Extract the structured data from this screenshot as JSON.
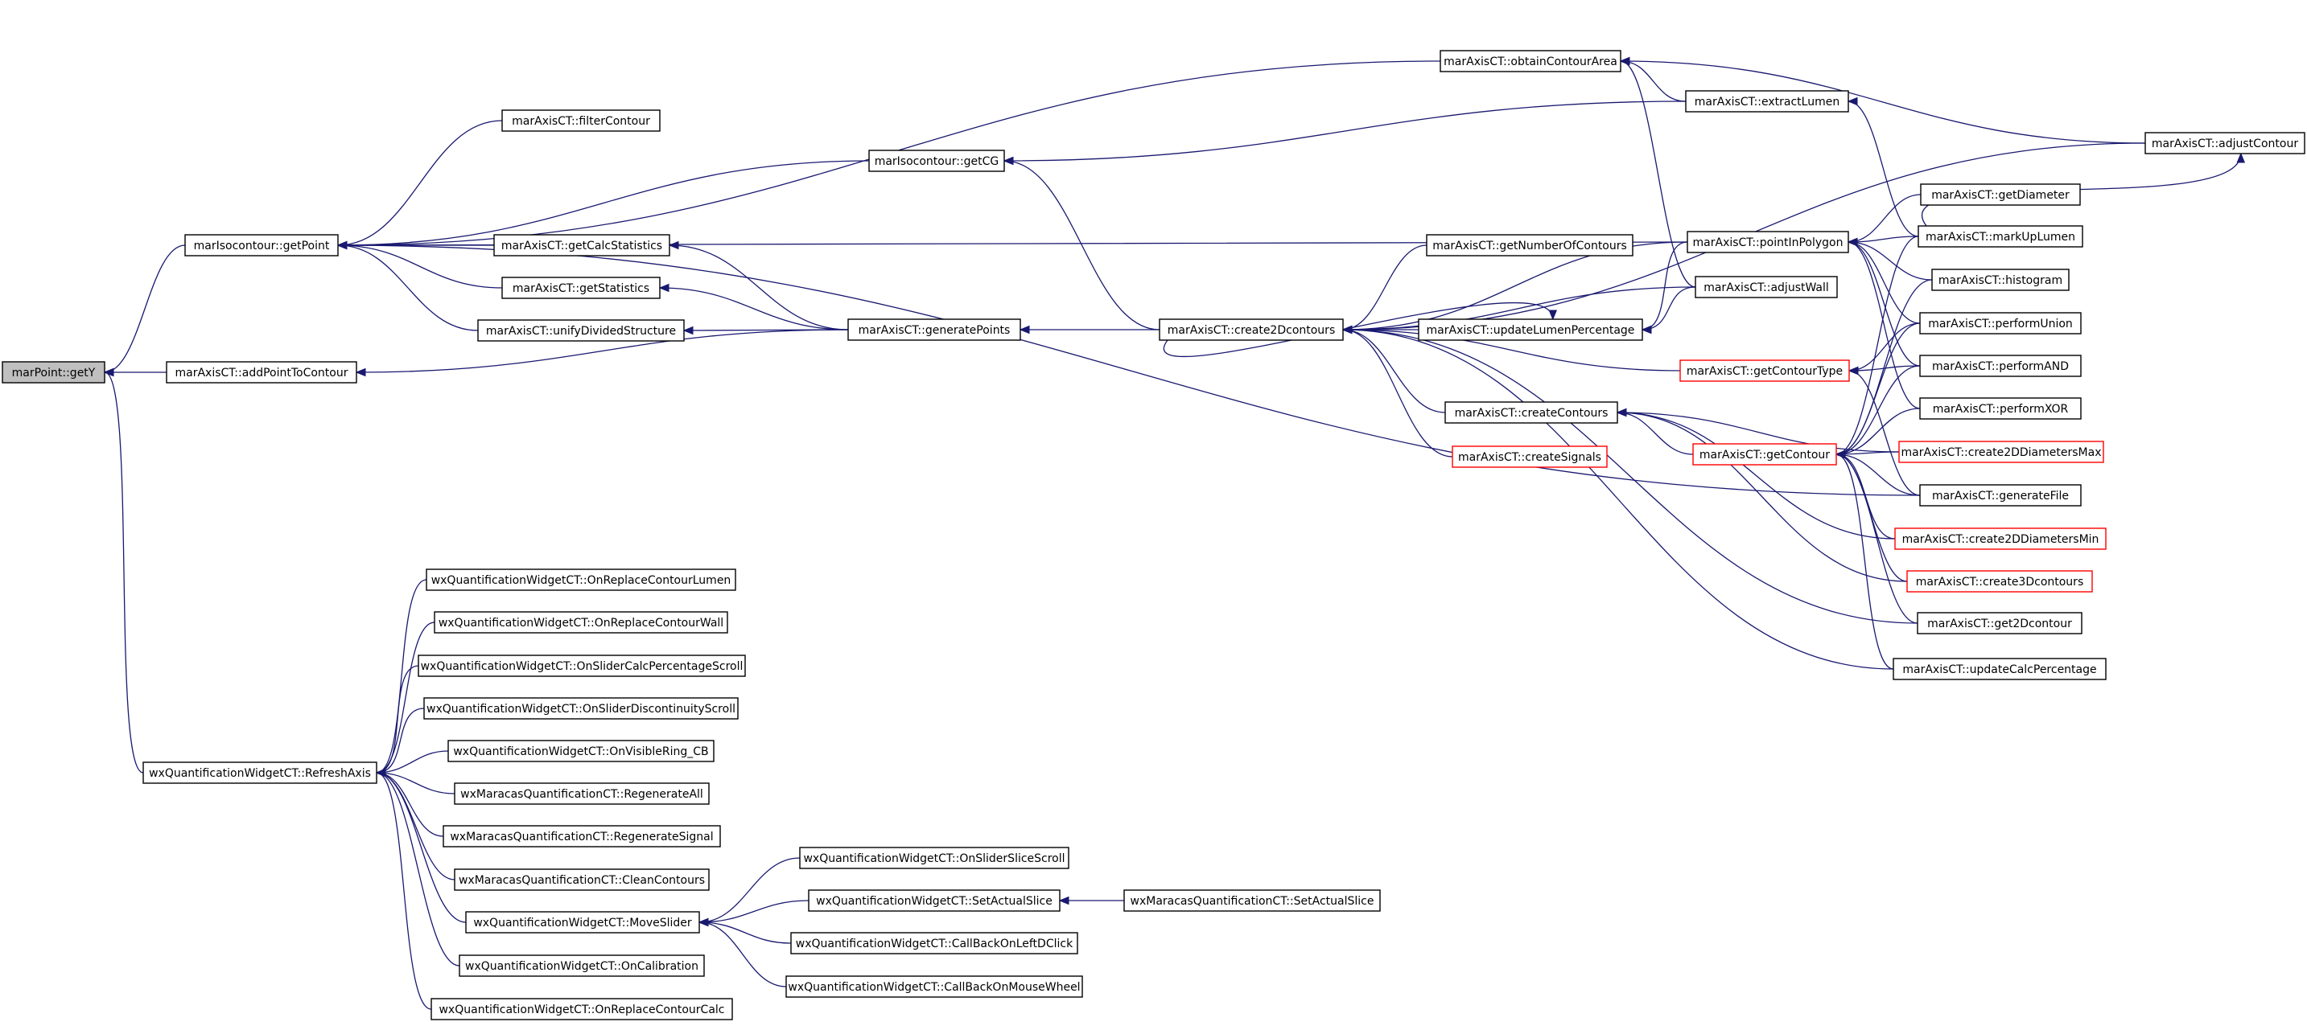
{
  "diagram": {
    "type": "call-graph",
    "colors": {
      "edge": "#191970",
      "node_border": "#000000",
      "node_border_truncated": "#ff0000",
      "root_fill": "#bfbfbf"
    },
    "nodes": [
      {
        "id": "getY",
        "label": "marPoint::getY",
        "root": true
      },
      {
        "id": "getPoint",
        "label": "marIsocontour::getPoint"
      },
      {
        "id": "addPointToContour",
        "label": "marAxisCT::addPointToContour"
      },
      {
        "id": "RefreshAxis",
        "label": "wxQuantificationWidgetCT::RefreshAxis"
      },
      {
        "id": "filterContour",
        "label": "marAxisCT::filterContour"
      },
      {
        "id": "getCalcStatistics",
        "label": "marAxisCT::getCalcStatistics"
      },
      {
        "id": "getStatistics",
        "label": "marAxisCT::getStatistics"
      },
      {
        "id": "unifyDividedStructure",
        "label": "marAxisCT::unifyDividedStructure"
      },
      {
        "id": "getCG",
        "label": "marIsocontour::getCG"
      },
      {
        "id": "generatePoints",
        "label": "marAxisCT::generatePoints"
      },
      {
        "id": "create2Dcontours",
        "label": "marAxisCT::create2Dcontours"
      },
      {
        "id": "obtainContourArea",
        "label": "marAxisCT::obtainContourArea"
      },
      {
        "id": "extractLumen",
        "label": "marAxisCT::extractLumen"
      },
      {
        "id": "adjustContour",
        "label": "marAxisCT::adjustContour"
      },
      {
        "id": "pointInPolygon",
        "label": "marAxisCT::pointInPolygon"
      },
      {
        "id": "getNumberOfContours",
        "label": "marAxisCT::getNumberOfContours"
      },
      {
        "id": "adjustWall",
        "label": "marAxisCT::adjustWall"
      },
      {
        "id": "updateLumenPercentage",
        "label": "marAxisCT::updateLumenPercentage"
      },
      {
        "id": "getContourType",
        "label": "marAxisCT::getContourType",
        "truncated": true
      },
      {
        "id": "createContours",
        "label": "marAxisCT::createContours"
      },
      {
        "id": "createSignals",
        "label": "marAxisCT::createSignals",
        "truncated": true
      },
      {
        "id": "getContour",
        "label": "marAxisCT::getContour",
        "truncated": true
      },
      {
        "id": "getDiameter",
        "label": "marAxisCT::getDiameter"
      },
      {
        "id": "markUpLumen",
        "label": "marAxisCT::markUpLumen"
      },
      {
        "id": "histogram",
        "label": "marAxisCT::histogram"
      },
      {
        "id": "performUnion",
        "label": "marAxisCT::performUnion"
      },
      {
        "id": "performAND",
        "label": "marAxisCT::performAND"
      },
      {
        "id": "performXOR",
        "label": "marAxisCT::performXOR"
      },
      {
        "id": "create2DDiametersMax",
        "label": "marAxisCT::create2DDiametersMax",
        "truncated": true
      },
      {
        "id": "generateFile",
        "label": "marAxisCT::generateFile"
      },
      {
        "id": "create2DDiametersMin",
        "label": "marAxisCT::create2DDiametersMin",
        "truncated": true
      },
      {
        "id": "create3Dcontours",
        "label": "marAxisCT::create3Dcontours",
        "truncated": true
      },
      {
        "id": "get2Dcontour",
        "label": "marAxisCT::get2Dcontour"
      },
      {
        "id": "updateCalcPercentage",
        "label": "marAxisCT::updateCalcPercentage"
      },
      {
        "id": "OnReplaceContourLumen",
        "label": "wxQuantificationWidgetCT::OnReplaceContourLumen"
      },
      {
        "id": "OnReplaceContourWall",
        "label": "wxQuantificationWidgetCT::OnReplaceContourWall"
      },
      {
        "id": "OnSliderCalcPercentageScroll",
        "label": "wxQuantificationWidgetCT::OnSliderCalcPercentageScroll"
      },
      {
        "id": "OnSliderDiscontinuityScroll",
        "label": "wxQuantificationWidgetCT::OnSliderDiscontinuityScroll"
      },
      {
        "id": "OnVisibleRing_CB",
        "label": "wxQuantificationWidgetCT::OnVisibleRing_CB"
      },
      {
        "id": "RegenerateAll",
        "label": "wxMaracasQuantificationCT::RegenerateAll"
      },
      {
        "id": "RegenerateSignal",
        "label": "wxMaracasQuantificationCT::RegenerateSignal"
      },
      {
        "id": "CleanContours",
        "label": "wxMaracasQuantificationCT::CleanContours"
      },
      {
        "id": "MoveSlider",
        "label": "wxQuantificationWidgetCT::MoveSlider"
      },
      {
        "id": "OnCalibration",
        "label": "wxQuantificationWidgetCT::OnCalibration"
      },
      {
        "id": "OnReplaceContourCalc",
        "label": "wxQuantificationWidgetCT::OnReplaceContourCalc"
      },
      {
        "id": "OnSliderSliceScroll",
        "label": "wxQuantificationWidgetCT::OnSliderSliceScroll"
      },
      {
        "id": "SetActualSliceW",
        "label": "wxQuantificationWidgetCT::SetActualSlice"
      },
      {
        "id": "CallBackOnLeftDClick",
        "label": "wxQuantificationWidgetCT::CallBackOnLeftDClick"
      },
      {
        "id": "CallBackOnMouseWheel",
        "label": "wxQuantificationWidgetCT::CallBackOnMouseWheel"
      },
      {
        "id": "SetActualSliceM",
        "label": "wxMaracasQuantificationCT::SetActualSlice"
      }
    ],
    "edges": [
      {
        "from": "getPoint",
        "to": "getY"
      },
      {
        "from": "addPointToContour",
        "to": "getY"
      },
      {
        "from": "RefreshAxis",
        "to": "getY"
      },
      {
        "from": "filterContour",
        "to": "getPoint"
      },
      {
        "from": "getCalcStatistics",
        "to": "getPoint"
      },
      {
        "from": "getStatistics",
        "to": "getPoint"
      },
      {
        "from": "unifyDividedStructure",
        "to": "getPoint"
      },
      {
        "from": "getCG",
        "to": "getPoint"
      },
      {
        "from": "obtainContourArea",
        "to": "getPoint"
      },
      {
        "from": "pointInPolygon",
        "to": "getPoint"
      },
      {
        "from": "generateFile",
        "to": "getPoint"
      },
      {
        "from": "generatePoints",
        "to": "addPointToContour"
      },
      {
        "from": "generatePoints",
        "to": "getCalcStatistics"
      },
      {
        "from": "generatePoints",
        "to": "getStatistics"
      },
      {
        "from": "generatePoints",
        "to": "unifyDividedStructure"
      },
      {
        "from": "create2Dcontours",
        "to": "generatePoints"
      },
      {
        "from": "create2Dcontours",
        "to": "getCG"
      },
      {
        "from": "extractLumen",
        "to": "getCG"
      },
      {
        "from": "extractLumen",
        "to": "obtainContourArea"
      },
      {
        "from": "adjustWall",
        "to": "obtainContourArea"
      },
      {
        "from": "adjustContour",
        "to": "obtainContourArea"
      },
      {
        "from": "markUpLumen",
        "to": "extractLumen"
      },
      {
        "from": "markUpLumen",
        "to": "adjustContour"
      },
      {
        "from": "adjustContour",
        "to": "create2Dcontours"
      },
      {
        "from": "pointInPolygon",
        "to": "create2Dcontours"
      },
      {
        "from": "getNumberOfContours",
        "to": "create2Dcontours"
      },
      {
        "from": "adjustWall",
        "to": "create2Dcontours"
      },
      {
        "from": "updateLumenPercentage",
        "to": "create2Dcontours"
      },
      {
        "from": "getContourType",
        "to": "create2Dcontours"
      },
      {
        "from": "createContours",
        "to": "create2Dcontours"
      },
      {
        "from": "createSignals",
        "to": "create2Dcontours"
      },
      {
        "from": "get2Dcontour",
        "to": "create2Dcontours"
      },
      {
        "from": "updateCalcPercentage",
        "to": "create2Dcontours"
      },
      {
        "from": "create2Dcontours",
        "to": "updateLumenPercentage"
      },
      {
        "from": "adjustWall",
        "to": "updateLumenPercentage"
      },
      {
        "from": "pointInPolygon",
        "to": "updateLumenPercentage"
      },
      {
        "from": "getDiameter",
        "to": "pointInPolygon"
      },
      {
        "from": "markUpLumen",
        "to": "pointInPolygon"
      },
      {
        "from": "histogram",
        "to": "pointInPolygon"
      },
      {
        "from": "performUnion",
        "to": "pointInPolygon"
      },
      {
        "from": "performAND",
        "to": "pointInPolygon"
      },
      {
        "from": "performXOR",
        "to": "pointInPolygon"
      },
      {
        "from": "performUnion",
        "to": "getContourType"
      },
      {
        "from": "performAND",
        "to": "getContourType"
      },
      {
        "from": "generateFile",
        "to": "getContourType"
      },
      {
        "from": "create2DDiametersMax",
        "to": "createContours"
      },
      {
        "from": "create2DDiametersMin",
        "to": "createContours"
      },
      {
        "from": "create3Dcontours",
        "to": "createContours"
      },
      {
        "from": "getContour",
        "to": "createContours"
      },
      {
        "from": "markUpLumen",
        "to": "getContour"
      },
      {
        "from": "histogram",
        "to": "getContour"
      },
      {
        "from": "performUnion",
        "to": "getContour"
      },
      {
        "from": "performAND",
        "to": "getContour"
      },
      {
        "from": "performXOR",
        "to": "getContour"
      },
      {
        "from": "create2DDiametersMax",
        "to": "getContour"
      },
      {
        "from": "generateFile",
        "to": "getContour"
      },
      {
        "from": "create2DDiametersMin",
        "to": "getContour"
      },
      {
        "from": "create3Dcontours",
        "to": "getContour"
      },
      {
        "from": "get2Dcontour",
        "to": "getContour"
      },
      {
        "from": "updateCalcPercentage",
        "to": "getContour"
      },
      {
        "from": "OnReplaceContourLumen",
        "to": "RefreshAxis"
      },
      {
        "from": "OnReplaceContourWall",
        "to": "RefreshAxis"
      },
      {
        "from": "OnSliderCalcPercentageScroll",
        "to": "RefreshAxis"
      },
      {
        "from": "OnSliderDiscontinuityScroll",
        "to": "RefreshAxis"
      },
      {
        "from": "OnVisibleRing_CB",
        "to": "RefreshAxis"
      },
      {
        "from": "RegenerateAll",
        "to": "RefreshAxis"
      },
      {
        "from": "RegenerateSignal",
        "to": "RefreshAxis"
      },
      {
        "from": "CleanContours",
        "to": "RefreshAxis"
      },
      {
        "from": "MoveSlider",
        "to": "RefreshAxis"
      },
      {
        "from": "OnCalibration",
        "to": "RefreshAxis"
      },
      {
        "from": "OnReplaceContourCalc",
        "to": "RefreshAxis"
      },
      {
        "from": "OnSliderSliceScroll",
        "to": "MoveSlider"
      },
      {
        "from": "SetActualSliceW",
        "to": "MoveSlider"
      },
      {
        "from": "CallBackOnLeftDClick",
        "to": "MoveSlider"
      },
      {
        "from": "CallBackOnMouseWheel",
        "to": "MoveSlider"
      },
      {
        "from": "SetActualSliceM",
        "to": "SetActualSliceW"
      }
    ]
  }
}
